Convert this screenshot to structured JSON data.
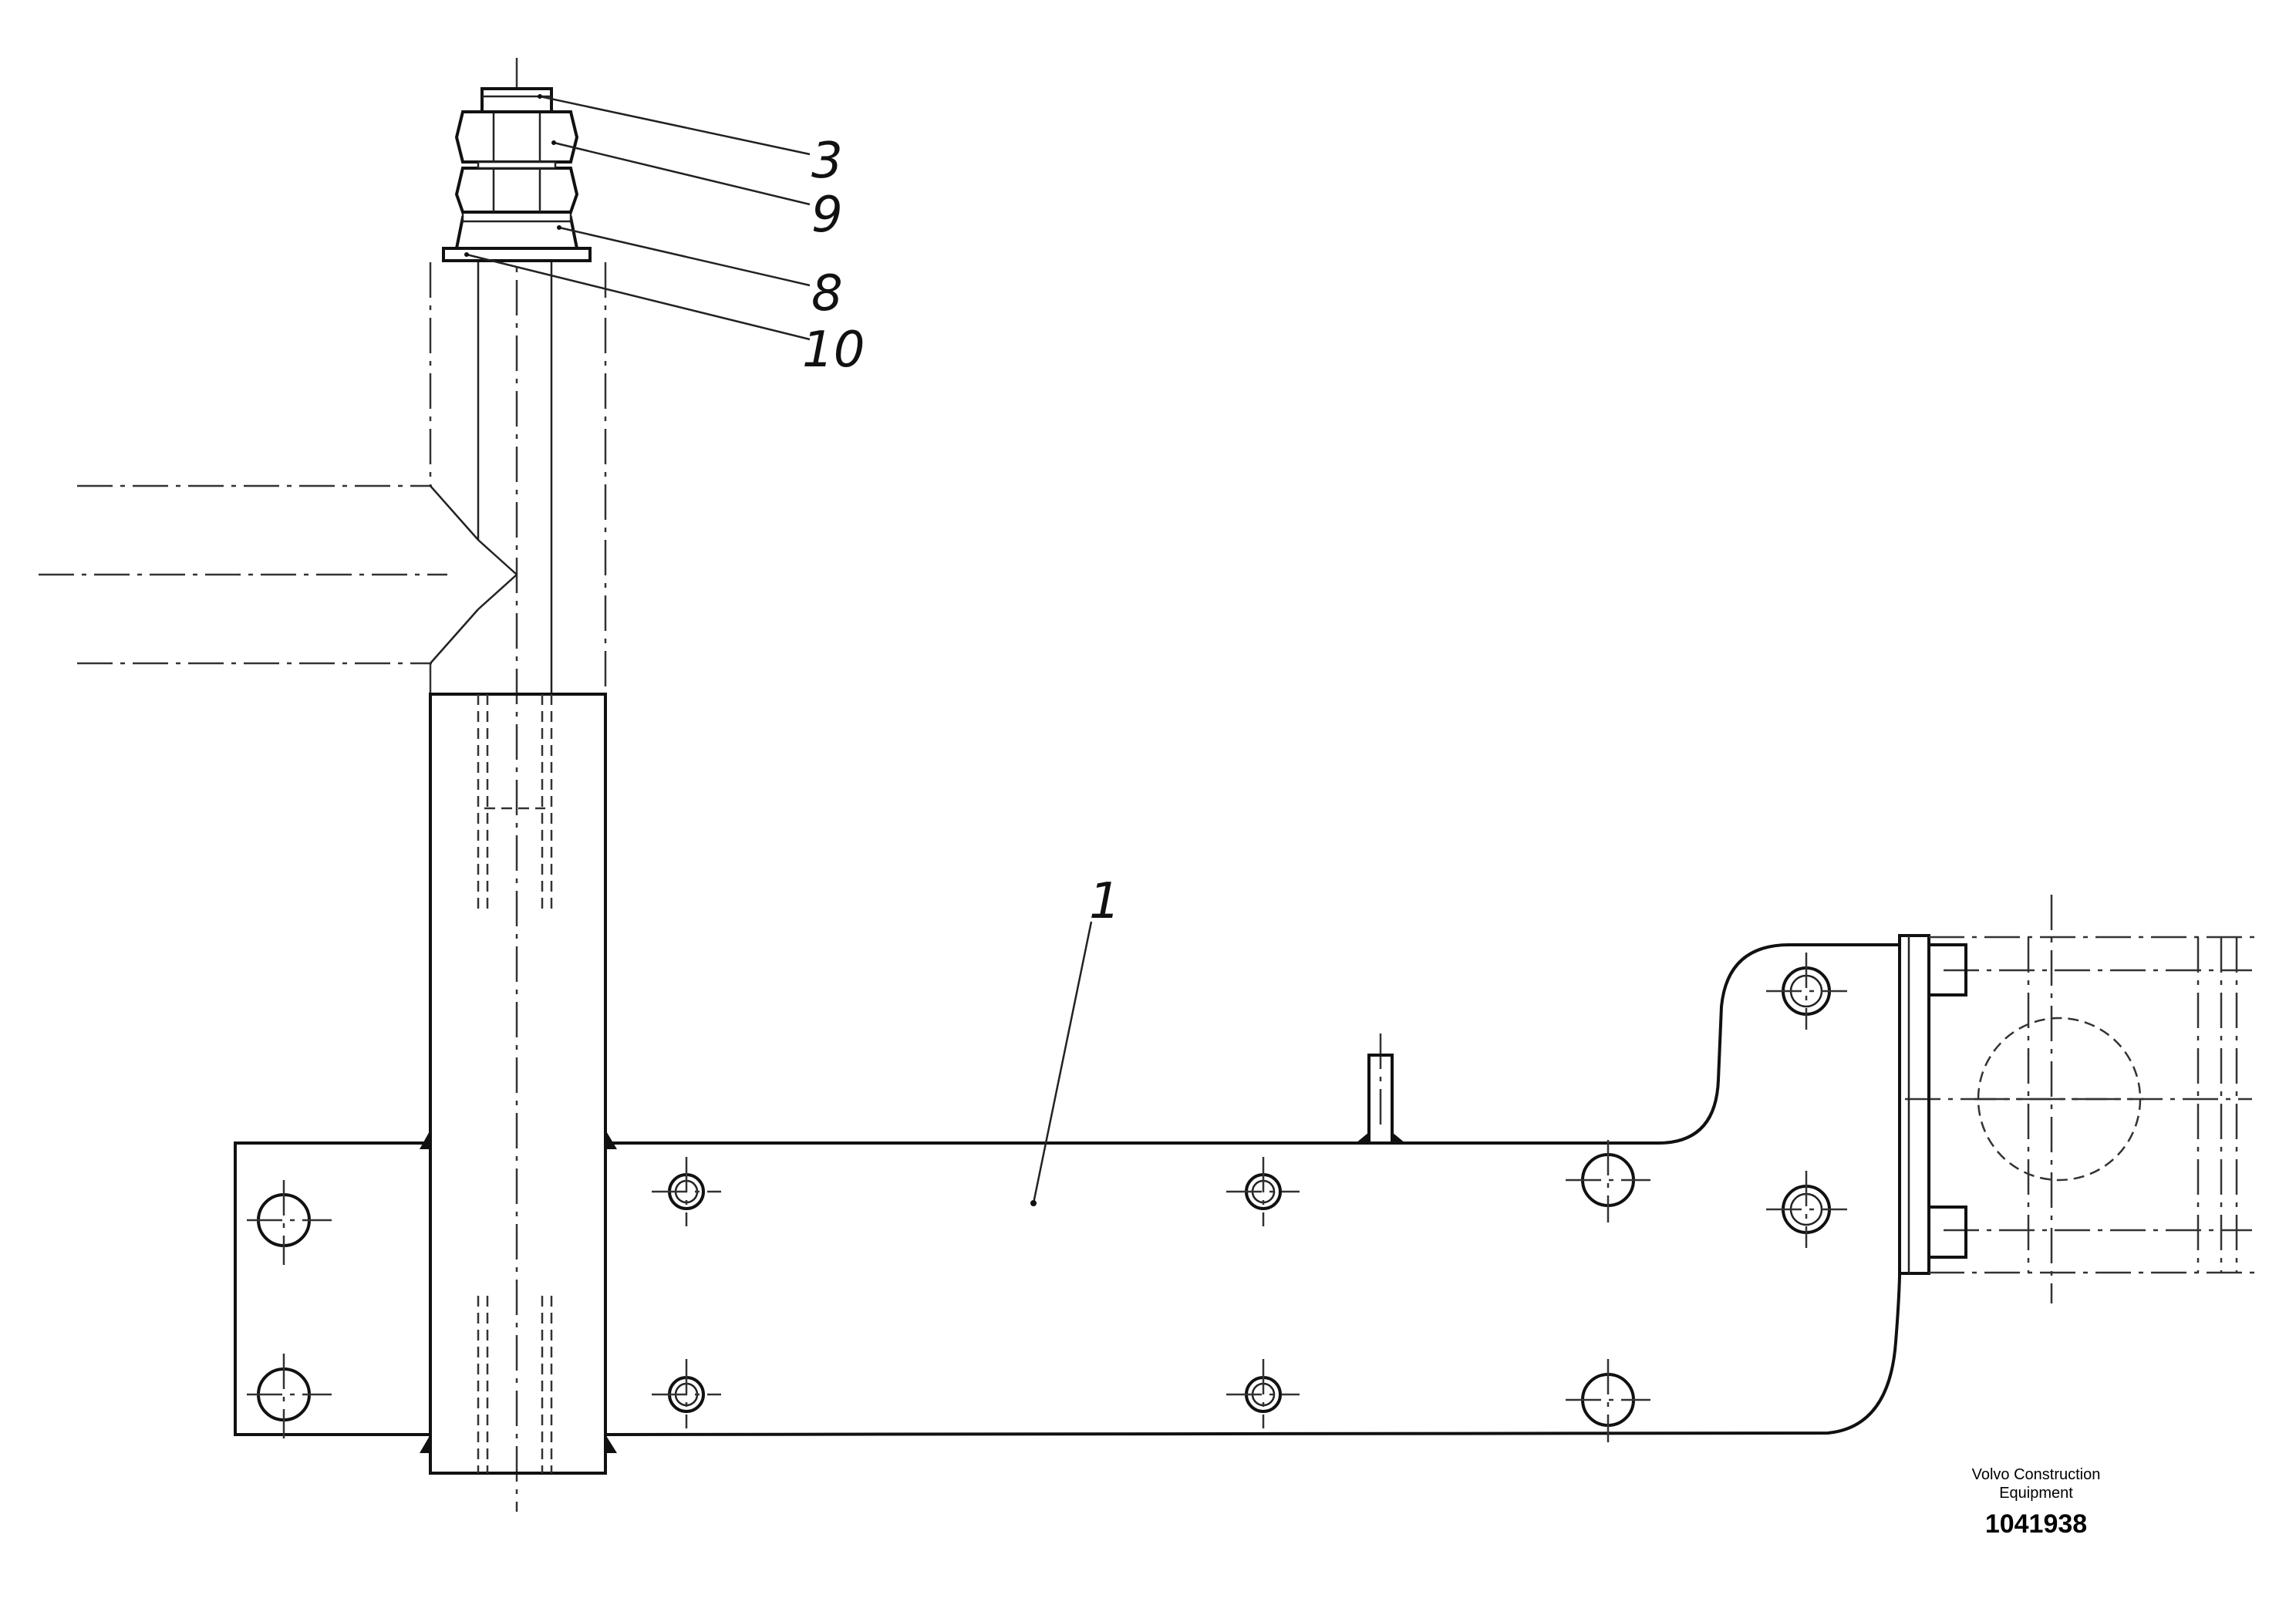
{
  "drawing": {
    "callouts": [
      {
        "id": "c3",
        "label": "3"
      },
      {
        "id": "c9",
        "label": "9"
      },
      {
        "id": "c8",
        "label": "8"
      },
      {
        "id": "c10",
        "label": "10"
      },
      {
        "id": "c1",
        "label": "1"
      }
    ]
  },
  "footer": {
    "organization": "Volvo Construction\nEquipment",
    "document_number": "1041938"
  }
}
